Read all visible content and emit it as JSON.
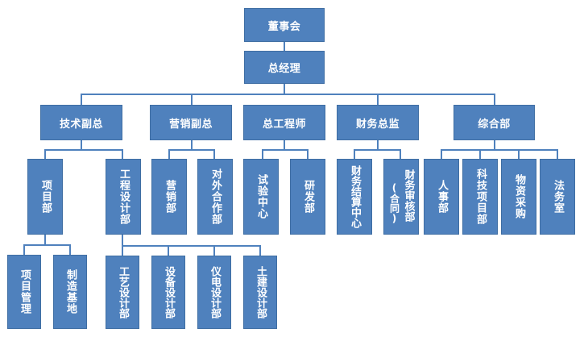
{
  "org_chart": {
    "title_nodes": {
      "board": "董事会",
      "general_manager": "总经理"
    },
    "level2": [
      {
        "id": "tech_vp",
        "label": "技术副总"
      },
      {
        "id": "marketing_vp",
        "label": "营销副总"
      },
      {
        "id": "chief_engineer",
        "label": "总工程师"
      },
      {
        "id": "cfo",
        "label": "财务总监"
      },
      {
        "id": "general_dept",
        "label": "综合部"
      }
    ],
    "level3": [
      {
        "id": "project_dept",
        "label": "项目部",
        "parent": "tech_vp"
      },
      {
        "id": "eng_design_dept",
        "label": "工程设计部",
        "parent": "tech_vp"
      },
      {
        "id": "sales_dept",
        "label": "营销部",
        "parent": "marketing_vp"
      },
      {
        "id": "external_coop_dept",
        "label": "对外合作部",
        "parent": "marketing_vp"
      },
      {
        "id": "test_center",
        "label": "试验中心",
        "parent": "chief_engineer"
      },
      {
        "id": "rnd_dept",
        "label": "研发部",
        "parent": "chief_engineer"
      },
      {
        "id": "fin_settlement_center",
        "label": "财务结算中心",
        "parent": "cfo"
      },
      {
        "id": "fin_audit_dept",
        "label": "财务审核部",
        "note": "(合同)",
        "parent": "cfo"
      },
      {
        "id": "hr_dept",
        "label": "人事部",
        "parent": "general_dept"
      },
      {
        "id": "tech_project_dept",
        "label": "科技项目部",
        "parent": "general_dept"
      },
      {
        "id": "procurement",
        "label": "物资采购",
        "parent": "general_dept"
      },
      {
        "id": "legal_office",
        "label": "法务室",
        "parent": "general_dept"
      }
    ],
    "level4": [
      {
        "id": "project_mgmt",
        "label": "项目管理",
        "parent": "project_dept"
      },
      {
        "id": "mfg_base",
        "label": "制造基地",
        "parent": "project_dept"
      },
      {
        "id": "process_design",
        "label": "工艺设计部",
        "parent": "eng_design_dept"
      },
      {
        "id": "equipment_design",
        "label": "设备设计部",
        "parent": "eng_design_dept"
      },
      {
        "id": "instrument_design",
        "label": "仪电设计部",
        "parent": "eng_design_dept"
      },
      {
        "id": "civil_design",
        "label": "土建设计部",
        "parent": "eng_design_dept"
      }
    ],
    "colors": {
      "box_fill": "#4f81bd",
      "connector": "#4f81bd",
      "text": "#ffffff"
    }
  }
}
